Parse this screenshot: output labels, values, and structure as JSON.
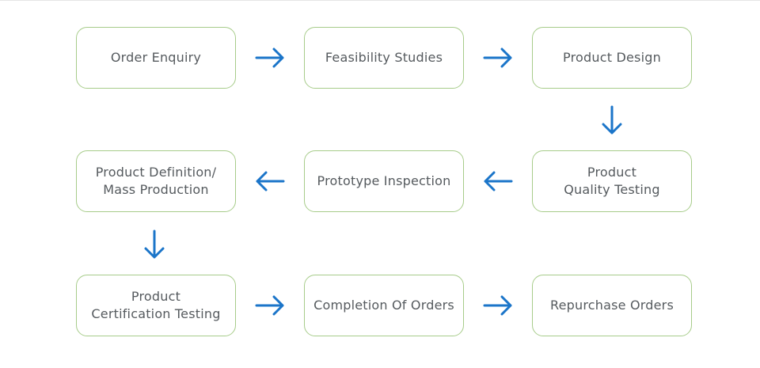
{
  "colors": {
    "box_border": "#a7cc8a",
    "text": "#555a5e",
    "arrow": "#1b75c9"
  },
  "steps": [
    {
      "lines": [
        "Order Enquiry"
      ]
    },
    {
      "lines": [
        "Feasibility Studies"
      ]
    },
    {
      "lines": [
        "Product Design"
      ]
    },
    {
      "lines": [
        "Product",
        "Quality Testing"
      ]
    },
    {
      "lines": [
        "Prototype Inspection"
      ]
    },
    {
      "lines": [
        "Product Definition/",
        "Mass Production"
      ]
    },
    {
      "lines": [
        "Product",
        "Certification Testing"
      ]
    },
    {
      "lines": [
        "Completion Of Orders"
      ]
    },
    {
      "lines": [
        "Repurchase Orders"
      ]
    }
  ],
  "arrows": [
    {
      "from": 1,
      "to": 2,
      "direction": "right"
    },
    {
      "from": 2,
      "to": 3,
      "direction": "right"
    },
    {
      "from": 3,
      "to": 4,
      "direction": "down"
    },
    {
      "from": 4,
      "to": 5,
      "direction": "left"
    },
    {
      "from": 5,
      "to": 6,
      "direction": "left"
    },
    {
      "from": 6,
      "to": 7,
      "direction": "down"
    },
    {
      "from": 7,
      "to": 8,
      "direction": "right"
    },
    {
      "from": 8,
      "to": 9,
      "direction": "right"
    }
  ]
}
